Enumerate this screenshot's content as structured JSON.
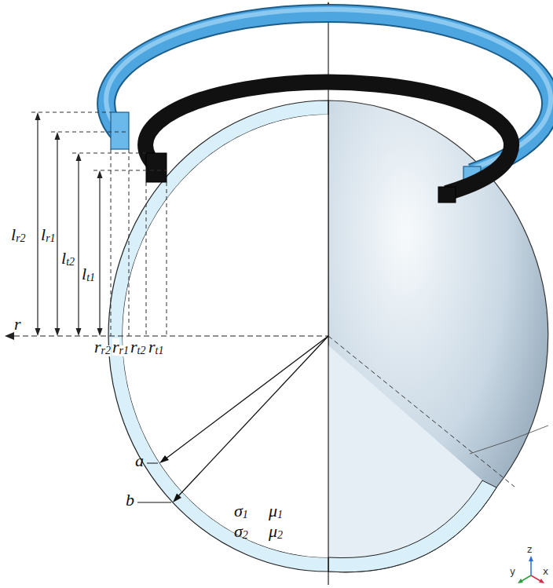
{
  "diagram": {
    "labels": [
      "r",
      "l",
      "r2",
      "l",
      "r1",
      "l",
      "t2",
      "l",
      "t1",
      "r",
      "r2",
      "r",
      "r1",
      "r",
      "t2",
      "r",
      "t1",
      "a",
      "b",
      "σ",
      "1",
      "μ",
      "1",
      "σ",
      "2",
      "μ",
      "2",
      "z",
      "y",
      "x"
    ]
  }
}
